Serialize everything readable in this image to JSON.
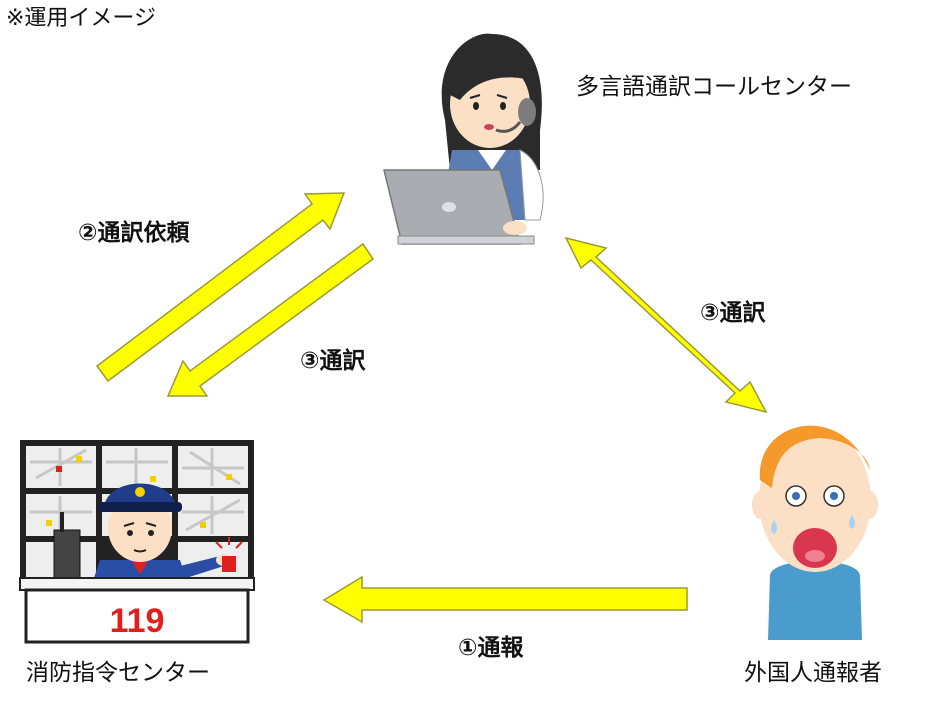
{
  "note": "※運用イメージ",
  "nodes": {
    "call_center": "多言語通訳コールセンター",
    "fire_command": "消防指令センター",
    "caller": "外国人通報者"
  },
  "steps": {
    "report": "①通報",
    "request": "②通訳依頼",
    "interpret_center_to_fire": "③通訳",
    "interpret_center_caller": "③通訳"
  },
  "console_number": "119",
  "colors": {
    "arrow_fill": "#ffff00",
    "arrow_stroke": "#9a9a3a",
    "console_number": "#e0201c",
    "officer_uniform": "#2a4da6"
  }
}
